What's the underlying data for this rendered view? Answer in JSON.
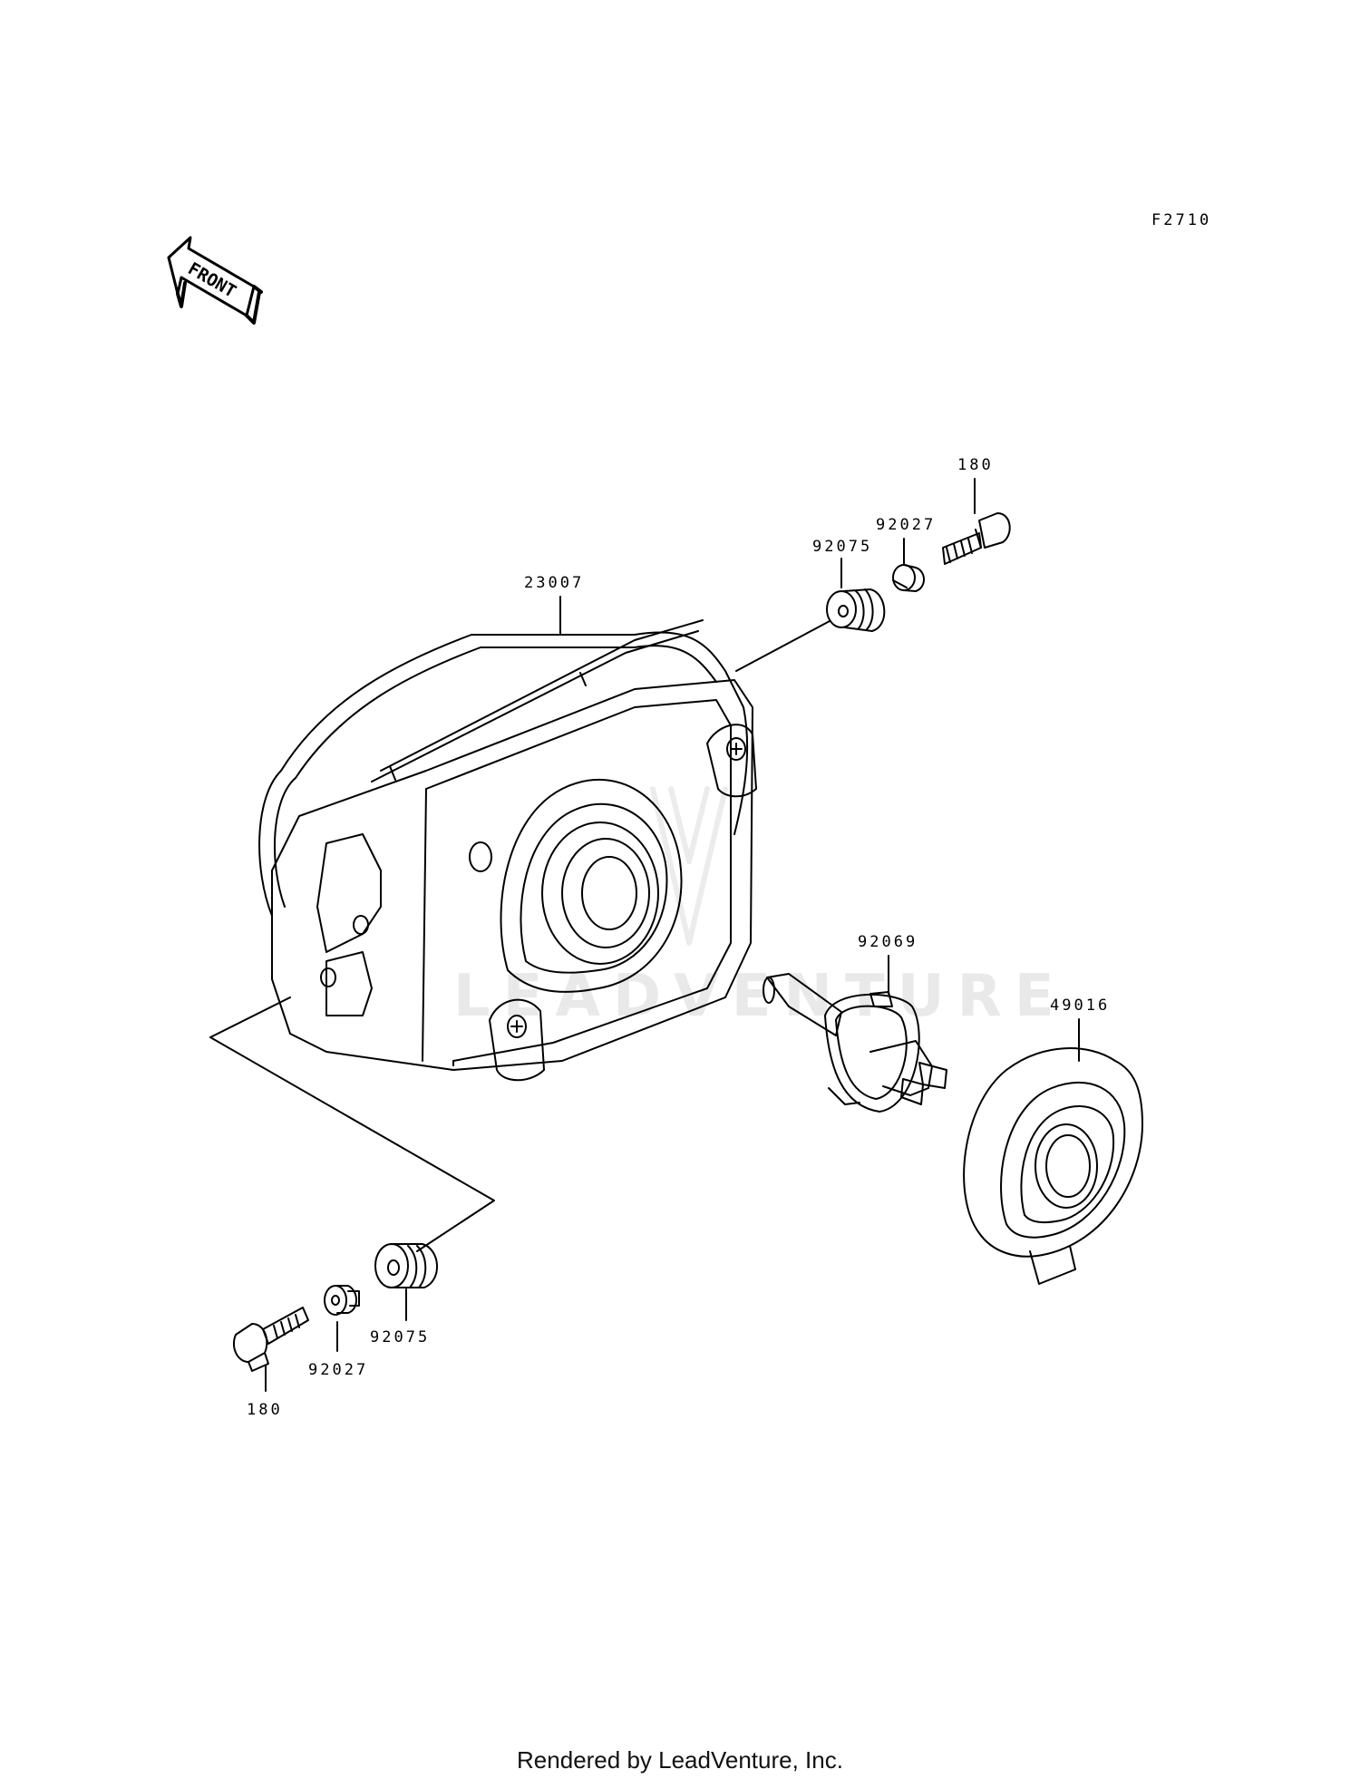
{
  "figure_code": "F2710",
  "front_arrow": {
    "label": "FRONT"
  },
  "watermark": "LEADVENTURE",
  "parts": [
    {
      "id": "headlight-23007",
      "number": "23007"
    },
    {
      "id": "grommet-top-92075",
      "number": "92075"
    },
    {
      "id": "collar-top-92027",
      "number": "92027"
    },
    {
      "id": "bolt-top-180",
      "number": "180"
    },
    {
      "id": "bulb-92069",
      "number": "92069"
    },
    {
      "id": "socket-49016",
      "number": "49016"
    },
    {
      "id": "grommet-bottom-92075",
      "number": "92075"
    },
    {
      "id": "collar-bottom-92027",
      "number": "92027"
    },
    {
      "id": "bolt-bottom-180",
      "number": "180"
    }
  ],
  "footer": "Rendered by LeadVenture, Inc.",
  "colors": {
    "line": "#000000",
    "watermark": "#e9e9e9"
  }
}
